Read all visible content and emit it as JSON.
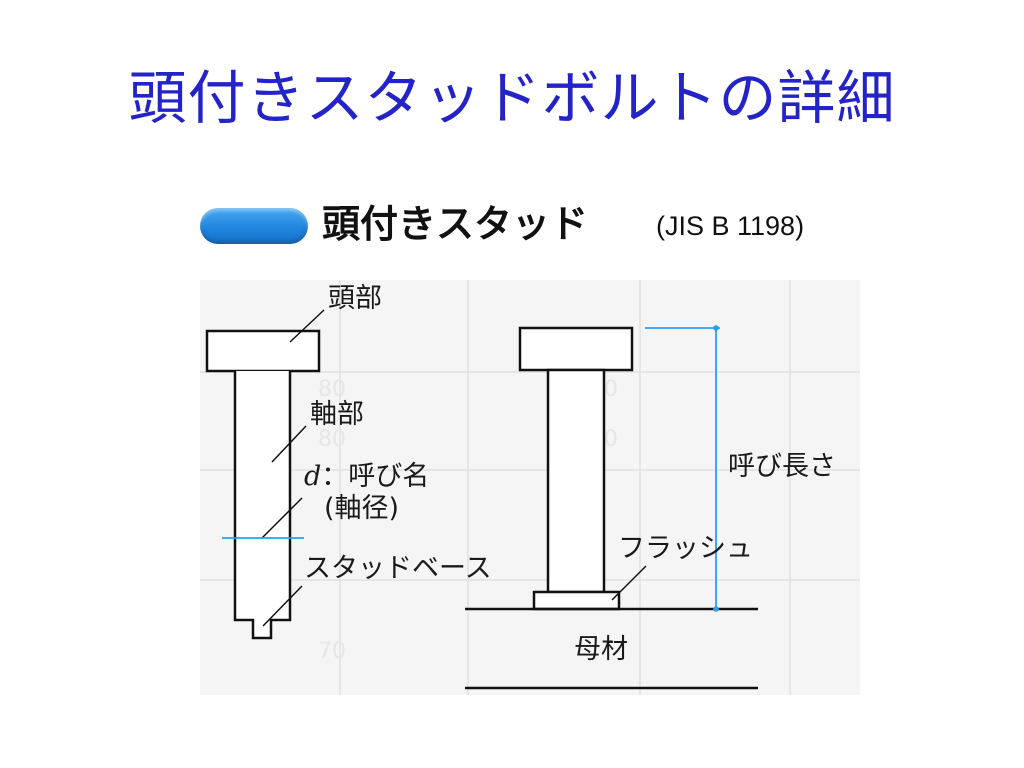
{
  "title": "頭付きスタッドボルトの詳細",
  "heading": {
    "text": "頭付きスタッド",
    "standard": "(JIS B 1198)"
  },
  "labels": {
    "head": "頭部",
    "shaft": "軸部",
    "d_symbol": "d",
    "nominal_prefix": "：呼び名",
    "shaft_diameter": "(軸径)",
    "stud_base": "スタッドベース",
    "flash": "フラッシュ",
    "nominal_length": "呼び長さ",
    "base_material": "母材"
  },
  "colors": {
    "title": "#2323c8",
    "pill": "#1f86e0",
    "dimension_line": "#2a9df4"
  }
}
